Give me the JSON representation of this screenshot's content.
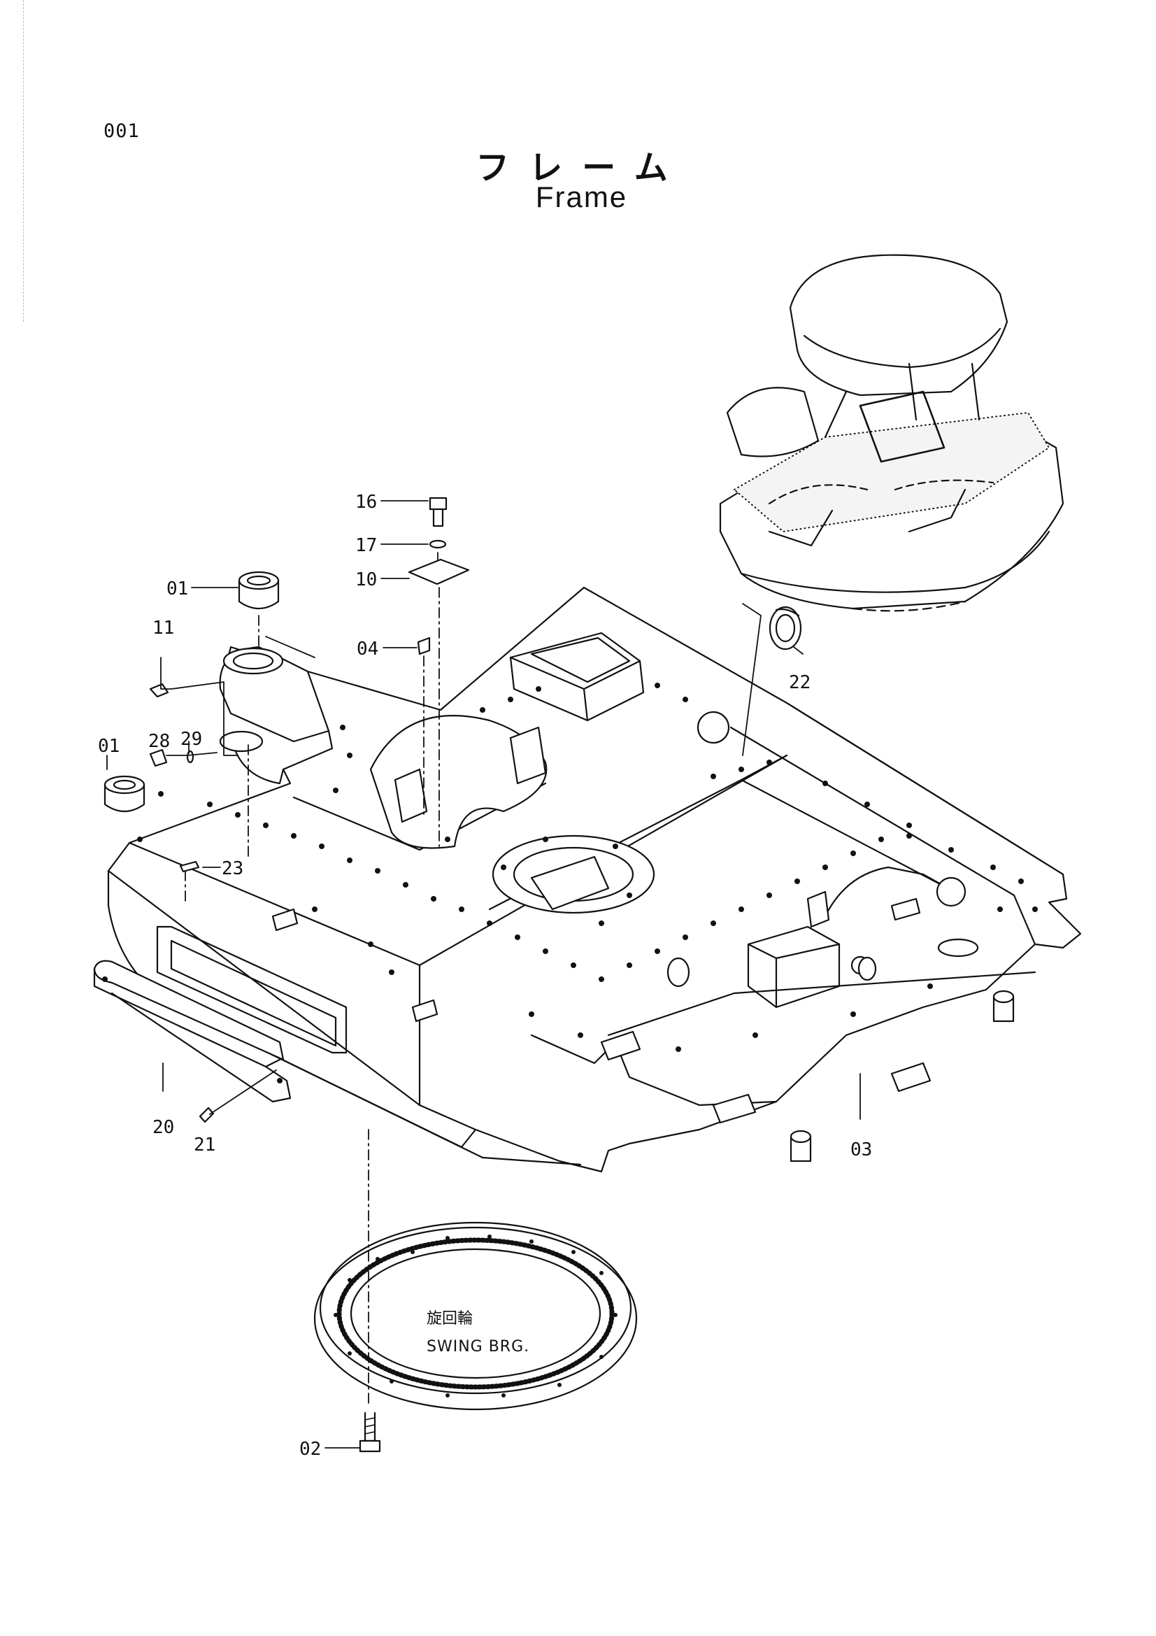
{
  "header": {
    "page_code": "001",
    "title_jp": "フレーム",
    "title_en": "Frame"
  },
  "bearing": {
    "label_jp": "旋回輪",
    "label_en": "SWING  BRG."
  },
  "callouts": [
    {
      "id": "16"
    },
    {
      "id": "17"
    },
    {
      "id": "10"
    },
    {
      "id": "04"
    },
    {
      "id": "01a",
      "text": "01"
    },
    {
      "id": "11"
    },
    {
      "id": "01b",
      "text": "01"
    },
    {
      "id": "28"
    },
    {
      "id": "29"
    },
    {
      "id": "23"
    },
    {
      "id": "22"
    },
    {
      "id": "20"
    },
    {
      "id": "21"
    },
    {
      "id": "03"
    },
    {
      "id": "02"
    }
  ]
}
